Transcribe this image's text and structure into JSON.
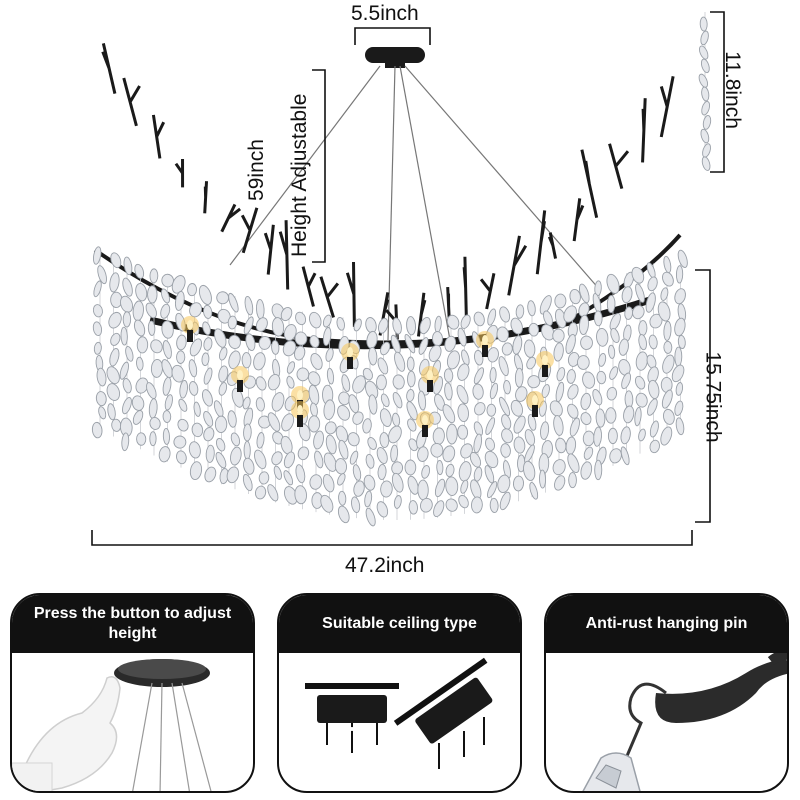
{
  "dimensions": {
    "canopy_width": "5.5inch",
    "drop_length": "59inch",
    "height_note": "Height Adjustable",
    "crystal_height": "11.8inch",
    "fixture_height": "15.75inch",
    "fixture_width": "47.2inch"
  },
  "features": [
    {
      "title": "Press the button to adjust height"
    },
    {
      "title": "Suitable ceiling type"
    },
    {
      "title": "Anti-rust hanging pin"
    }
  ],
  "colors": {
    "fixture_frame": "#1a1a1a",
    "crystal": "#e6e8ec",
    "bulb_glow": "#f7c65a",
    "header_bg": "#111111"
  }
}
